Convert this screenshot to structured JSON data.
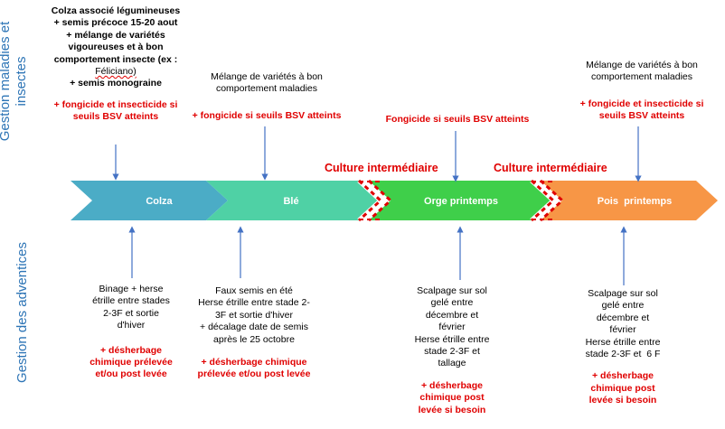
{
  "side_labels": {
    "top": [
      "Gestion maladies et",
      "insectes"
    ],
    "bottom": "Gestion des adventices"
  },
  "top_notes": [
    {
      "lines": [
        "Colza associé légumineuses",
        "+ semis précoce 15-20 aout",
        "+ mélange de variétés",
        "vigoureuses et à bon",
        "comportement insecte (ex :"
      ],
      "italic_line": "Féliciano)",
      "lines2": [
        "+ semis monograine"
      ],
      "red": [
        "+ fongicide et insecticide si",
        "seuils BSV atteints"
      ]
    },
    {
      "lines": [
        "Mélange de variétés à bon",
        "comportement maladies"
      ],
      "red": [
        "+ fongicide si seuils BSV atteints"
      ]
    },
    {
      "lines": [],
      "red": [
        "Fongicide si seuils BSV atteints"
      ]
    },
    {
      "lines": [
        "Mélange de variétés à bon",
        "comportement maladies"
      ],
      "red": [
        "+ fongicide et insecticide si",
        "seuils BSV atteints"
      ]
    }
  ],
  "cultures": {
    "intermediate_1": "Culture intermédiaire",
    "intermediate_2": "Culture intermédiaire"
  },
  "chevrons": [
    {
      "label": "Colza",
      "color": "#4bacc6"
    },
    {
      "label": "Blé",
      "color": "#4fd1a5"
    },
    {
      "label": "Orge printemps",
      "color": "#3fcf4a"
    },
    {
      "label": "Pois  printemps",
      "color": "#f79646"
    }
  ],
  "bottom_notes": [
    {
      "lines": [
        "Binage + herse",
        "étrille entre stades",
        "2-3F et sortie",
        "d'hiver"
      ],
      "red": [
        "+ désherbage",
        "chimique prélevée",
        "et/ou post levée"
      ]
    },
    {
      "lines": [
        "Faux semis en été",
        "Herse étrille entre stade 2-",
        "3F et sortie d'hiver",
        "+ décalage date de semis",
        "après le 25 octobre"
      ],
      "red": [
        "+ désherbage chimique",
        "prélevée et/ou post levée"
      ]
    },
    {
      "lines": [
        "Scalpage sur sol",
        "gelé entre",
        "décembre et",
        "février",
        "Herse étrille entre",
        "stade 2-3F et",
        "tallage"
      ],
      "red": [
        "+ désherbage",
        "chimique post",
        "levée si besoin"
      ]
    },
    {
      "lines": [
        "Scalpage sur sol",
        "gelé entre",
        "décembre et",
        "février",
        "Herse étrille entre",
        "stade 2-3F et  6 F"
      ],
      "red": [
        "+ désherbage",
        "chimique post",
        "levée si besoin"
      ]
    }
  ]
}
